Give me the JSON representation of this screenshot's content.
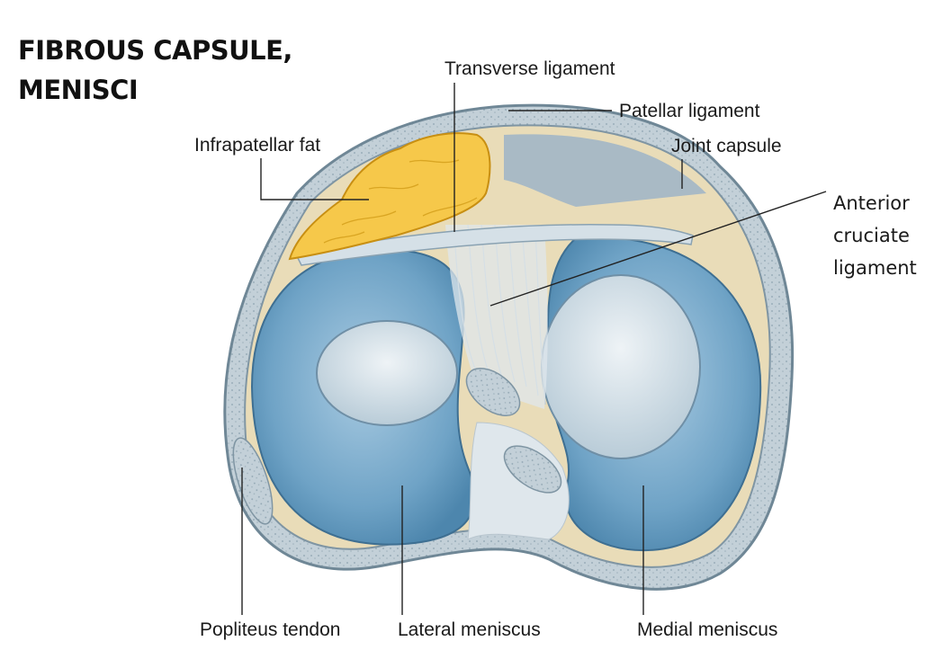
{
  "title": {
    "line1": "FIBROUS CAPSULE,",
    "line2": "MENISCI"
  },
  "labels": {
    "transverse_ligament": "Transverse ligament",
    "patellar_ligament": "Patellar ligament",
    "infrapatellar_fat": "Infrapatellar fat",
    "joint_capsule": "Joint capsule",
    "acl_line1": "Anterior",
    "acl_line2": "cruciate",
    "acl_line3": "ligament",
    "popliteus_tendon": "Popliteus tendon",
    "lateral_meniscus": "Lateral meniscus",
    "medial_meniscus": "Medial meniscus"
  },
  "colors": {
    "capsule": "#8fa8b8",
    "meniscus": "#6fa3c6",
    "condyle_surface": "#cfdde6",
    "fat": "#f6c84a",
    "ligament": "#dfe7ec",
    "bone_base": "#e9dcb8"
  }
}
